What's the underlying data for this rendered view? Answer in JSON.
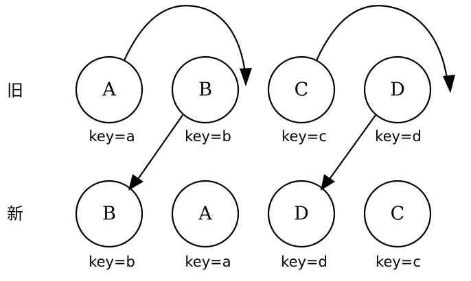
{
  "rows": [
    {
      "label": "旧",
      "nodes": [
        {
          "letter": "A",
          "key": "key=a"
        },
        {
          "letter": "B",
          "key": "key=b"
        },
        {
          "letter": "C",
          "key": "key=c"
        },
        {
          "letter": "D",
          "key": "key=d"
        }
      ]
    },
    {
      "label": "新",
      "nodes": [
        {
          "letter": "B",
          "key": "key=b"
        },
        {
          "letter": "A",
          "key": "key=a"
        },
        {
          "letter": "D",
          "key": "key=d"
        },
        {
          "letter": "C",
          "key": "key=c"
        }
      ]
    }
  ],
  "arrows": [
    {
      "from": "old A",
      "to": "after old B",
      "style": "curved"
    },
    {
      "from": "old C",
      "to": "after old D",
      "style": "curved"
    },
    {
      "from": "old B",
      "to": "new B",
      "style": "straight"
    },
    {
      "from": "old D",
      "to": "new D",
      "style": "straight"
    }
  ],
  "colors": {
    "stroke": "#000000",
    "background": "#ffffff"
  }
}
